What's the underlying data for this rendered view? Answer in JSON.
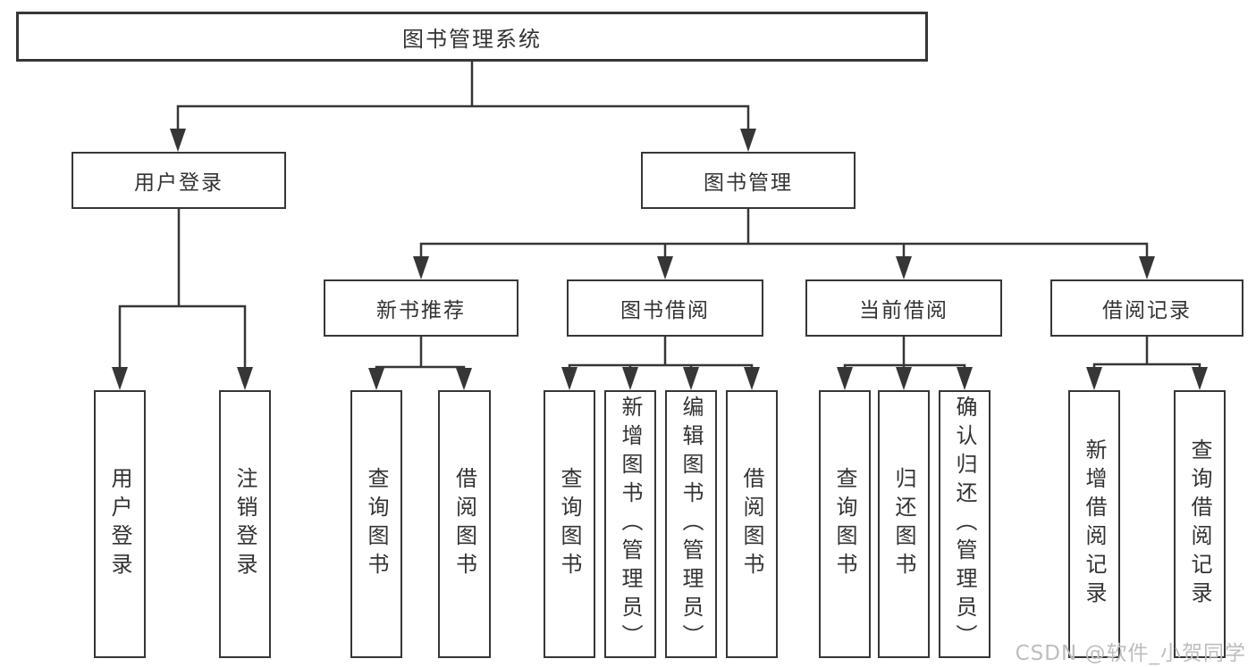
{
  "root": {
    "label": "图书管理系统"
  },
  "level2": [
    {
      "label": "用户登录"
    },
    {
      "label": "图书管理"
    }
  ],
  "level3": [
    {
      "label": "新书推荐"
    },
    {
      "label": "图书借阅"
    },
    {
      "label": "当前借阅"
    },
    {
      "label": "借阅记录"
    }
  ],
  "leaves": [
    {
      "label": "用户登录"
    },
    {
      "label": "注销登录"
    },
    {
      "label": "查询图书"
    },
    {
      "label": "借阅图书"
    },
    {
      "label": "查询图书"
    },
    {
      "label": "新增图书（管理员）"
    },
    {
      "label": "编辑图书（管理员）"
    },
    {
      "label": "借阅图书"
    },
    {
      "label": "查询图书"
    },
    {
      "label": "归还图书"
    },
    {
      "label": "确认归还（管理员）"
    },
    {
      "label": "新增借阅记录"
    },
    {
      "label": "查询借阅记录"
    }
  ],
  "watermark": {
    "text": "CSDN @软件_小贺同学"
  },
  "colors": {
    "line": "#363636",
    "text": "#333333",
    "watermark": "#bdbdbd",
    "background": "#ffffff"
  }
}
